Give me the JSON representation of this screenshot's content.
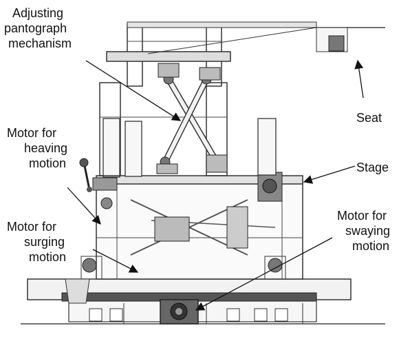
{
  "figure": {
    "labels": {
      "pantograph": [
        "Adjusting",
        "pantograph",
        "mechanism"
      ],
      "seat": [
        "Seat"
      ],
      "motor_heave": [
        "Motor for",
        "heaving",
        "motion"
      ],
      "stage": [
        "Stage"
      ],
      "motor_surge": [
        "Motor for",
        "surging",
        "motion"
      ],
      "motor_sway": [
        "Motor for",
        "swaying",
        "motion"
      ]
    },
    "colors": {
      "line": "#333333",
      "fill": "#eeeeee",
      "dark": "#555555"
    }
  }
}
